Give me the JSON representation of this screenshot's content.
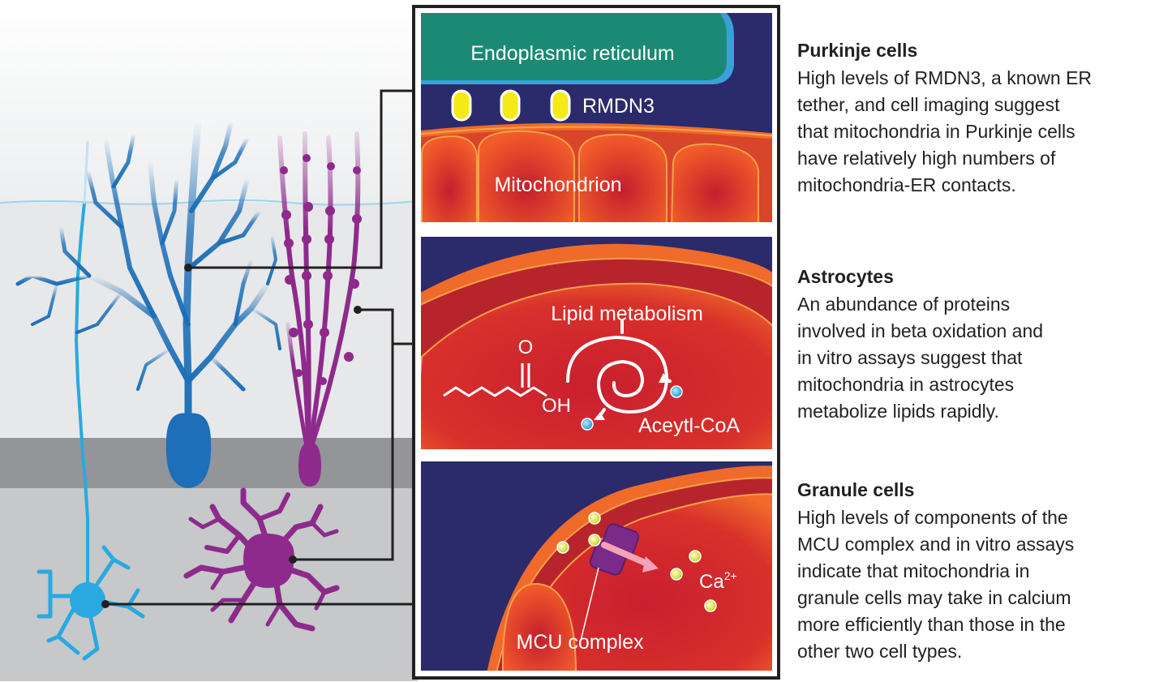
{
  "panels": {
    "purkinje": {
      "er_label": "Endoplasmic reticulum",
      "tether_label": "RMDN3",
      "mito_label": "Mitochondrion"
    },
    "astrocyte": {
      "process_label": "Lipid metabolism",
      "o_label": "O",
      "oh_label": "OH",
      "product_label": "Aceytl-CoA"
    },
    "granule": {
      "ion_label": "Ca",
      "ion_charge": "2+",
      "complex_label": "MCU complex"
    }
  },
  "descriptions": [
    {
      "title": "Purkinje cells",
      "body": "High levels of RMDN3, a known ER\ntether, and cell imaging suggest\nthat mitochondria in Purkinje cells\nhave relatively high numbers of\nmitochondria-ER contacts."
    },
    {
      "title": "Astrocytes",
      "body": "An abundance of proteins\ninvolved in beta oxidation and\nin vitro assays suggest that\nmitochondria in astrocytes\nmetabolize lipids rapidly."
    },
    {
      "title": "Granule cells",
      "body": "High levels of components of the\nMCU complex and in vitro assays\nindicate that mitochondria in\ngranule cells may take in calcium\nmore efficiently than those in the\nother two cell types."
    }
  ],
  "colors": {
    "navy": "#2b2a6b",
    "er_teal": "#1a8a74",
    "mito_red": "#c8202f",
    "mito_orange": "#f0642a",
    "purkinje_blue": "#1c6fb8",
    "granule_blue": "#29a9e0",
    "astro_purple": "#8e2a8c",
    "tether_yellow": "#f4ea1a"
  },
  "icons": {
    "purkinje": "purkinje-cell-icon",
    "granule": "granule-cell-icon",
    "astrocyte": "astrocyte-icon",
    "calcium": "calcium-ion-icon",
    "channel": "mcu-channel-icon"
  }
}
